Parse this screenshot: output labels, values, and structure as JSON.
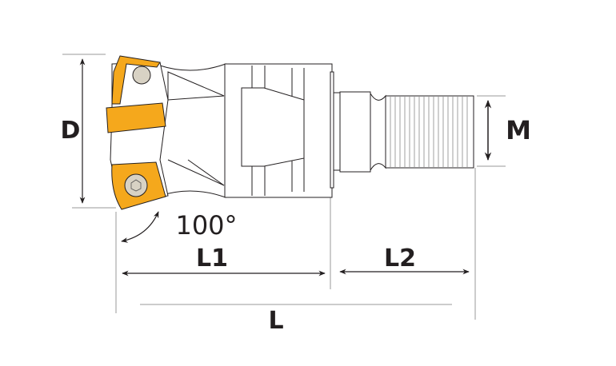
{
  "title": "Milling cutter dimension drawing",
  "labels": {
    "diameter": "D",
    "thread": "M",
    "angle": "100°",
    "length_l1": "L1",
    "length_l2": "L2",
    "length_total": "L"
  },
  "colors": {
    "insert": "#F5A81C",
    "line": "#231f20",
    "dim_line": "#9a9a9a",
    "screw": "#d8d2c4"
  }
}
